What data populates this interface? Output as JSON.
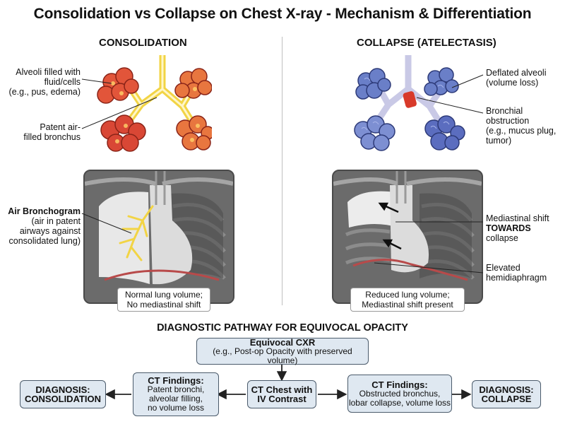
{
  "title": "Consolidation vs Collapse on Chest X-ray - Mechanism & Differentiation",
  "consolidation": {
    "heading": "CONSOLIDATION",
    "label_alveoli": [
      "Alveoli filled with",
      "fluid/cells",
      "(e.g., pus, edema)"
    ],
    "label_bronchus": [
      "Patent air-",
      "filled bronchus"
    ],
    "label_air_bronchogram_title": "Air Bronchogram",
    "label_air_bronchogram_desc": [
      "(air in patent",
      "airways against",
      "consolidated lung)"
    ],
    "caption": [
      "Normal lung volume;",
      "No mediastinal shift"
    ]
  },
  "collapse": {
    "heading": "COLLAPSE (ATELECTASIS)",
    "label_deflated": [
      "Deflated alveoli",
      "(volume loss)"
    ],
    "label_obstruction": [
      "Bronchial",
      "obstruction",
      "(e.g., mucus plug,",
      "tumor)"
    ],
    "label_shift_1": "Mediastinal shift",
    "label_shift_2": "TOWARDS",
    "label_shift_3": "collapse",
    "label_diaphragm": [
      "Elevated",
      "hemidiaphragm"
    ],
    "caption": [
      "Reduced lung volume;",
      "Mediastinal shift present"
    ]
  },
  "pathway": {
    "heading": "DIAGNOSTIC PATHWAY FOR EQUIVOCAL OPACITY",
    "equivocal_title": "Equivocal CXR",
    "equivocal_desc": "(e.g., Post-op Opacity with preserved volume)",
    "ct_chest": [
      "CT Chest with",
      "IV Contrast"
    ],
    "ct_left_title": "CT Findings:",
    "ct_left_desc": [
      "Patent bronchi,",
      "alveolar filling,",
      "no volume loss"
    ],
    "ct_right_title": "CT Findings:",
    "ct_right_desc": [
      "Obstructed bronchus,",
      "lobar collapse, volume loss"
    ],
    "dx_left": [
      "DIAGNOSIS:",
      "CONSOLIDATION"
    ],
    "dx_right": [
      "DIAGNOSIS:",
      "COLLAPSE"
    ]
  },
  "colors": {
    "consolidated_alveoli": "#e2553a",
    "deflated_alveoli": "#6a7fc8",
    "bronchus": "#f2d445",
    "obstruction": "#d83a2a",
    "box_fill": "#dfe8f1",
    "diaphragm_line": "#b84a4a"
  }
}
